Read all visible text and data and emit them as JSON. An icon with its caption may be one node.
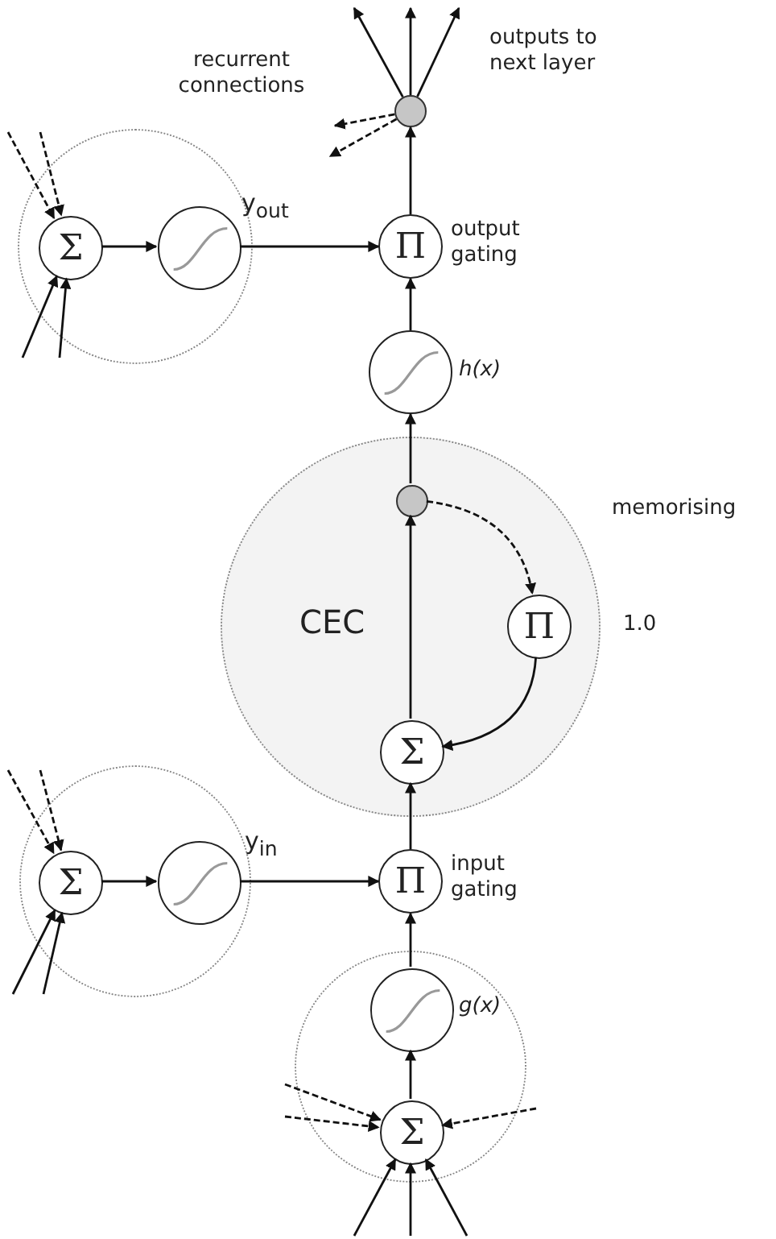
{
  "diagram": {
    "nodes": [
      {
        "text": [],
        "shape": "circle"
      },
      {
        "text": [
          "Σ"
        ],
        "in": 0
      },
      {
        "text": [],
        "shape": "circle",
        "in": 0,
        "beside": [
          "y$_{out}$"
        ]
      },
      {
        "text": [],
        "shape": "circle"
      },
      {
        "text": [
          "Π"
        ],
        "beside": [
          "output gating"
        ]
      },
      {
        "text": [],
        "shape": "circle",
        "beside": [
          "h(x)"
        ]
      },
      {
        "text": [
          "CEC"
        ]
      },
      {
        "text": [],
        "shape": "circle",
        "in": 6
      },
      {
        "text": [
          "Π"
        ],
        "in": 6,
        "beside": [
          "1.0"
        ]
      },
      {
        "text": [
          "Σ"
        ],
        "in": 6
      },
      {
        "text": [],
        "shape": "circle"
      },
      {
        "text": [
          "Σ"
        ],
        "in": 10
      },
      {
        "text": [],
        "shape": "circle",
        "in": 10,
        "beside": [
          "y$_{in}$"
        ]
      },
      {
        "text": [
          "Π"
        ],
        "beside": [
          "input gating"
        ]
      },
      {
        "text": [],
        "shape": "circle"
      },
      {
        "text": [],
        "shape": "circle",
        "in": 14,
        "beside": [
          "g(x)"
        ]
      },
      {
        "text": [
          "Σ"
        ],
        "in": 14
      }
    ],
    "edges": [
      {
        "from": null,
        "to": 1,
        "arrow": "to",
        "style": "dashed"
      },
      {
        "from": null,
        "to": 1,
        "arrow": "to",
        "style": "dashed"
      },
      {
        "from": null,
        "to": 1,
        "arrow": "to"
      },
      {
        "from": null,
        "to": 1,
        "arrow": "to"
      },
      {
        "from": 1,
        "to": 2,
        "arrow": "to"
      },
      {
        "from": 2,
        "to": 4,
        "arrow": "to"
      },
      {
        "from": 5,
        "to": 4,
        "arrow": "to"
      },
      {
        "from": 4,
        "to": 3,
        "arrow": "to"
      },
      {
        "from": 3,
        "to": null,
        "arrow": "to"
      },
      {
        "from": 3,
        "to": null,
        "arrow": "to"
      },
      {
        "from": 3,
        "to": null,
        "arrow": "to"
      },
      {
        "from": 3,
        "to": null,
        "arrow": "to",
        "style": "dashed"
      },
      {
        "from": 3,
        "to": null,
        "arrow": "to",
        "style": "dashed"
      },
      {
        "from": 7,
        "to": 5,
        "arrow": "to"
      },
      {
        "from": 7,
        "to": 8,
        "arrow": "to",
        "style": "dashed"
      },
      {
        "from": 8,
        "to": 9,
        "arrow": "to"
      },
      {
        "from": 9,
        "to": 7,
        "arrow": "to"
      },
      {
        "from": 13,
        "to": 9,
        "arrow": "to"
      },
      {
        "from": 12,
        "to": 13,
        "arrow": "to"
      },
      {
        "from": 11,
        "to": 12,
        "arrow": "to"
      },
      {
        "from": null,
        "to": 11,
        "arrow": "to",
        "style": "dashed"
      },
      {
        "from": null,
        "to": 11,
        "arrow": "to",
        "style": "dashed"
      },
      {
        "from": null,
        "to": 11,
        "arrow": "to"
      },
      {
        "from": null,
        "to": 11,
        "arrow": "to"
      },
      {
        "from": 15,
        "to": 13,
        "arrow": "to"
      },
      {
        "from": 16,
        "to": 15,
        "arrow": "to"
      },
      {
        "from": null,
        "to": 16,
        "arrow": "to",
        "style": "dashed"
      },
      {
        "from": null,
        "to": 16,
        "arrow": "to",
        "style": "dashed"
      },
      {
        "from": null,
        "to": 16,
        "arrow": "to",
        "style": "dashed"
      },
      {
        "from": null,
        "to": 16,
        "arrow": "to"
      },
      {
        "from": null,
        "to": 16,
        "arrow": "to"
      },
      {
        "from": null,
        "to": 16,
        "arrow": "to"
      }
    ],
    "labels": [
      "recurrent connections",
      "outputs to next layer",
      "memorising"
    ]
  }
}
